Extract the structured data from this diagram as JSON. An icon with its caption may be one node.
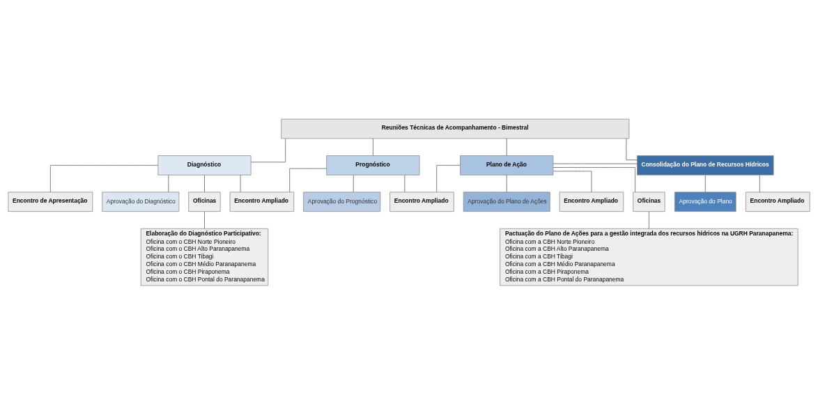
{
  "diagram": {
    "nodes": [
      {
        "text": [
          "Reuniões Técnicas de Acompanhamento - Bimestral"
        ]
      },
      {
        "text": [
          "Diagnóstico"
        ]
      },
      {
        "text": [
          "Prognóstico"
        ]
      },
      {
        "text": [
          "Plano de Ação"
        ]
      },
      {
        "text": [
          "Consolidação do Plano de Recursos Hídricos"
        ]
      },
      {
        "text": [
          "Encontro de Apresentação"
        ]
      },
      {
        "text": [
          "Aprovação do Diagnóstico"
        ]
      },
      {
        "text": [
          "Aprovação do Prognóstico"
        ]
      },
      {
        "text": [
          "Aprovação do Plano de Ações"
        ]
      },
      {
        "text": [
          "Aprovação do Plano"
        ]
      },
      {
        "text": [
          "Encontro Ampliado"
        ]
      },
      {
        "text": [
          "Encontro Ampliado"
        ]
      },
      {
        "text": [
          "Encontro Ampliado"
        ]
      },
      {
        "text": [
          "Encontro Ampliado"
        ]
      },
      {
        "text": [
          "Oficinas"
        ]
      },
      {
        "text": [
          "Elaboração do Diagnóstico Participativo:",
          "Oficina com o CBH Norte Pioneiro",
          "Oficina com o CBH Alto Paranapanema",
          "Oficina com o CBH Tibagi",
          "Oficina com o CBH Médio Paranapanema",
          "Oficina com o CBH Piraponema",
          "Oficina com o CBH Pontal do Paranapanema"
        ]
      },
      {
        "text": [
          "Oficinas"
        ]
      },
      {
        "text": [
          "Pactuação do Plano de Ações para a gestão integrada dos recursos hídricos na UGRH Paranapanema:",
          "Oficina com a CBH Norte Pioneiro",
          "Oficina com a CBH Alto Paranapanema",
          "Oficina com a CBH Tibagi",
          "Oficina com a CBH Médio Paranapanema",
          "Oficina com a CBH Piraponema",
          "Oficina com a CBH Pontal do Paranapanema"
        ]
      }
    ],
    "edges": [
      {
        "from": 0,
        "to": 1,
        "arrow": "none"
      },
      {
        "from": 0,
        "to": 2,
        "arrow": "none"
      },
      {
        "from": 0,
        "to": 3,
        "arrow": "none"
      },
      {
        "from": 0,
        "to": 4,
        "arrow": "none"
      },
      {
        "from": 3,
        "to": 4,
        "arrow": "none"
      },
      {
        "from": 1,
        "to": 5,
        "arrow": "none"
      },
      {
        "from": 1,
        "to": 6,
        "arrow": "none"
      },
      {
        "from": 2,
        "to": 7,
        "arrow": "none"
      },
      {
        "from": 3,
        "to": 8,
        "arrow": "none"
      },
      {
        "from": 4,
        "to": 9,
        "arrow": "none"
      },
      {
        "from": 1,
        "to": 10,
        "arrow": "none"
      },
      {
        "from": 2,
        "to": 10,
        "arrow": "none"
      },
      {
        "from": 2,
        "to": 11,
        "arrow": "none"
      },
      {
        "from": 3,
        "to": 11,
        "arrow": "none"
      },
      {
        "from": 3,
        "to": 12,
        "arrow": "none"
      },
      {
        "from": 4,
        "to": 13,
        "arrow": "none"
      },
      {
        "from": 1,
        "to": 14,
        "arrow": "none"
      },
      {
        "from": 14,
        "to": 15,
        "arrow": "none"
      },
      {
        "from": 3,
        "to": 16,
        "arrow": "none"
      },
      {
        "from": 16,
        "to": 17,
        "arrow": "none"
      }
    ]
  }
}
